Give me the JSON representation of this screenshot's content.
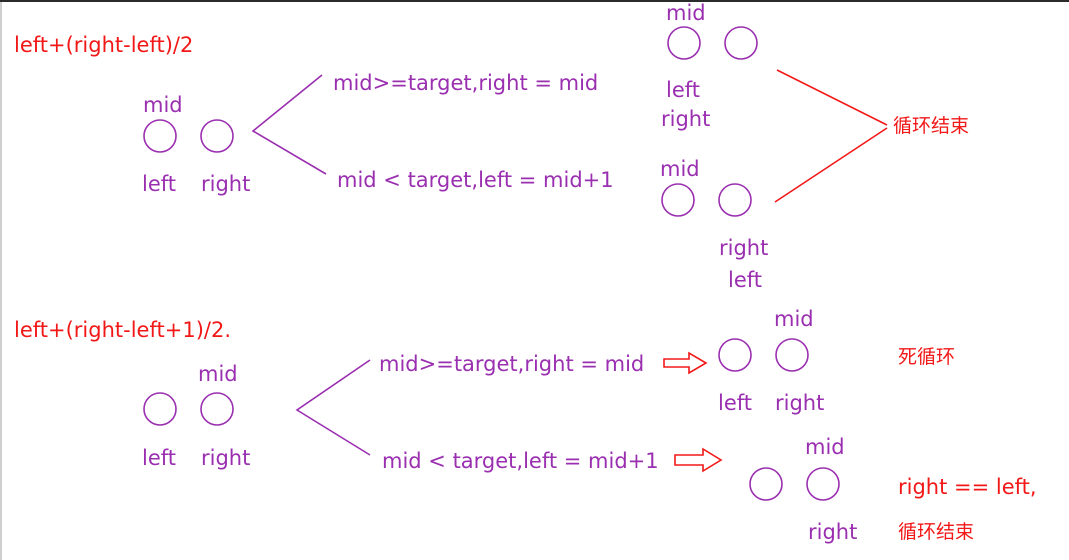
{
  "colors": {
    "purple": "#9a2fb0",
    "red": "#f21818"
  },
  "section1": {
    "formula": "left+(right-left)/2",
    "start": {
      "mid": "mid",
      "left": "left",
      "right": "right"
    },
    "branch_ge": "mid>=target,right = mid",
    "branch_lt": "mid < target,left = mid+1",
    "result_ge": {
      "mid": "mid",
      "left": "left",
      "right": "right"
    },
    "result_lt": {
      "mid": "mid",
      "right": "right",
      "left": "left"
    },
    "conclusion": "循环结束"
  },
  "section2": {
    "formula": "left+(right-left+1)/2.",
    "start": {
      "mid": "mid",
      "left": "left",
      "right": "right"
    },
    "branch_ge": "mid>=target,right = mid",
    "branch_lt": "mid < target,left = mid+1",
    "result_ge": {
      "mid": "mid",
      "left": "left",
      "right": "right"
    },
    "result_lt": {
      "mid": "mid",
      "right": "right"
    },
    "deadloop": "死循环",
    "equal_condition": "right == left,",
    "conclusion": "循环结束"
  }
}
